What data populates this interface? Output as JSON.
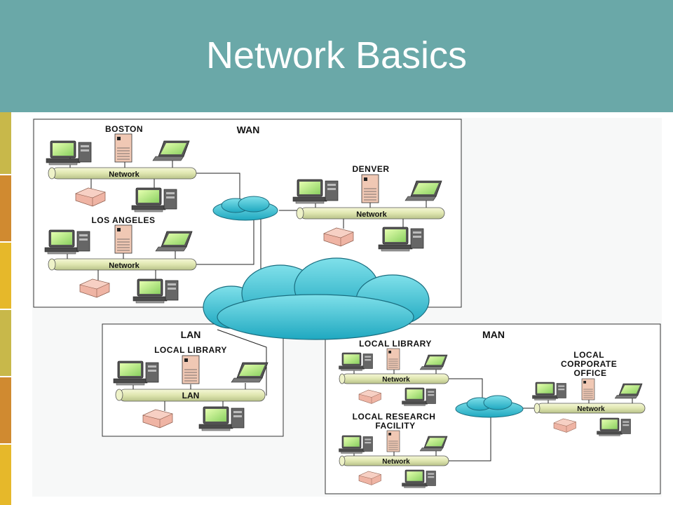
{
  "slide": {
    "title": "Network Basics",
    "header_color": "#6aa8a8",
    "stripe_colors": [
      "#c8b84a",
      "#d08a30",
      "#e6b82a",
      "#c8b84a",
      "#d08a30",
      "#e6b82a"
    ]
  },
  "diagram": {
    "wan": {
      "title": "WAN",
      "sites": [
        {
          "name": "BOSTON",
          "network_label": "Network"
        },
        {
          "name": "LOS ANGELES",
          "network_label": "Network"
        },
        {
          "name": "DENVER",
          "network_label": "Network"
        }
      ]
    },
    "lan": {
      "title": "LAN",
      "sites": [
        {
          "name": "LOCAL LIBRARY",
          "network_label": "LAN"
        }
      ]
    },
    "man": {
      "title": "MAN",
      "sites": [
        {
          "name": "LOCAL LIBRARY",
          "network_label": "Network"
        },
        {
          "name": "LOCAL RESEARCH FACILITY",
          "network_label": "Network"
        },
        {
          "name": "LOCAL CORPORATE OFFICE",
          "network_label": "Network"
        }
      ]
    }
  }
}
